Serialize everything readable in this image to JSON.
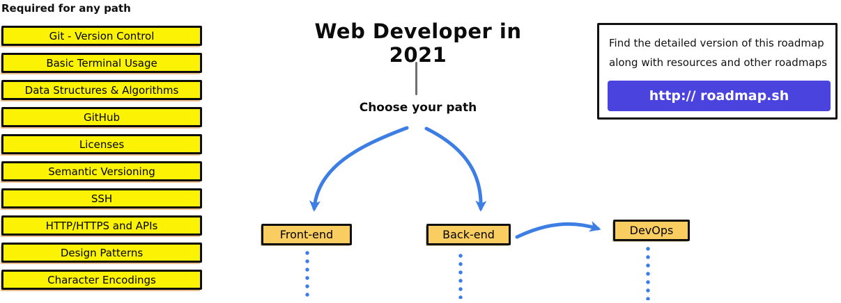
{
  "sidebar": {
    "title": "Required for any path",
    "items": [
      {
        "label": "Git - Version Control"
      },
      {
        "label": "Basic Terminal Usage"
      },
      {
        "label": "Data Structures & Algorithms"
      },
      {
        "label": "GitHub"
      },
      {
        "label": "Licenses"
      },
      {
        "label": "Semantic Versioning"
      },
      {
        "label": "SSH"
      },
      {
        "label": "HTTP/HTTPS and APIs"
      },
      {
        "label": "Design Patterns"
      },
      {
        "label": "Character Encodings"
      }
    ]
  },
  "header": {
    "title": "Web Developer in 2021"
  },
  "flow": {
    "choose_label": "Choose your path",
    "nodes": [
      {
        "label": "Front-end"
      },
      {
        "label": "Back-end"
      },
      {
        "label": "DevOps"
      }
    ]
  },
  "info_box": {
    "line1": "Find the detailed version of this roadmap",
    "line2": "along with resources and other roadmaps",
    "button_label": "http:// roadmap.sh"
  },
  "colors": {
    "sidebar_box_yellow": "#fbf303",
    "node_box_amber": "#f9cd5f",
    "arrow_blue": "#3d7ee4",
    "button_purple": "#4b43dd",
    "connector_gray": "#6f6f6f"
  }
}
